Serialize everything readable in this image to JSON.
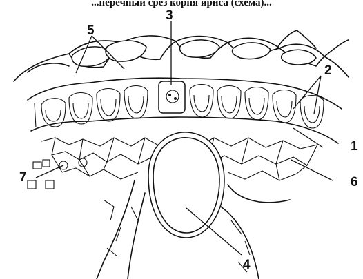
{
  "figure": {
    "title_partial": "...перечный срез корня ириса (схема)...",
    "labels": [
      {
        "id": "1",
        "text": "1"
      },
      {
        "id": "2",
        "text": "2"
      },
      {
        "id": "3",
        "text": "3"
      },
      {
        "id": "4",
        "text": "4"
      },
      {
        "id": "5",
        "text": "5"
      },
      {
        "id": "6",
        "text": "6"
      },
      {
        "id": "7",
        "text": "7"
      }
    ]
  }
}
